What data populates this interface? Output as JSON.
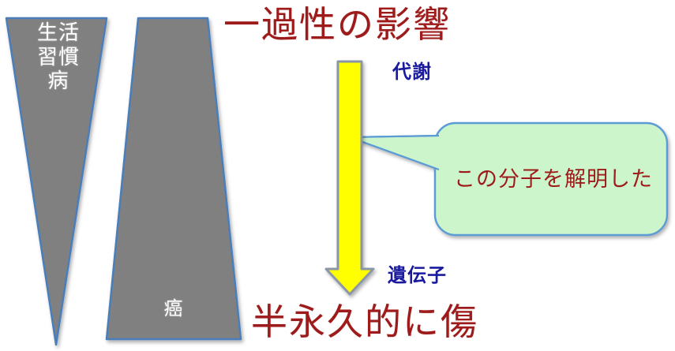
{
  "diagram": {
    "title_top": "一過性の影響",
    "title_bottom": "半永久的に傷",
    "labels": {
      "metabolism": "代謝",
      "gene": "遺伝子"
    },
    "shapes": [
      {
        "name": "lifestyle-disease-triangle",
        "text": "生活習慣病",
        "lines": [
          "生活",
          "習慣",
          "病"
        ],
        "fill": "#808080",
        "stroke": "#4a7ebb"
      },
      {
        "name": "cancer-trapezoid",
        "text": "癌",
        "lines": [
          "癌"
        ],
        "fill": "#808080",
        "stroke": "#4a7ebb"
      }
    ],
    "arrow": {
      "name": "down-arrow",
      "fill": "#ffff00",
      "stroke": "#8a96a8",
      "direction": "down"
    },
    "callout": {
      "text": "この分子を解明した",
      "fill": "#ccf5cc",
      "stroke": "#5b9bd5",
      "text_color": "#9e1b1b"
    },
    "colors": {
      "red": "#9e1b1b",
      "blue": "#1a1a9e",
      "gray": "#808080",
      "outline_blue": "#4a7ebb",
      "yellow": "#ffff00",
      "green": "#ccf5cc"
    }
  }
}
